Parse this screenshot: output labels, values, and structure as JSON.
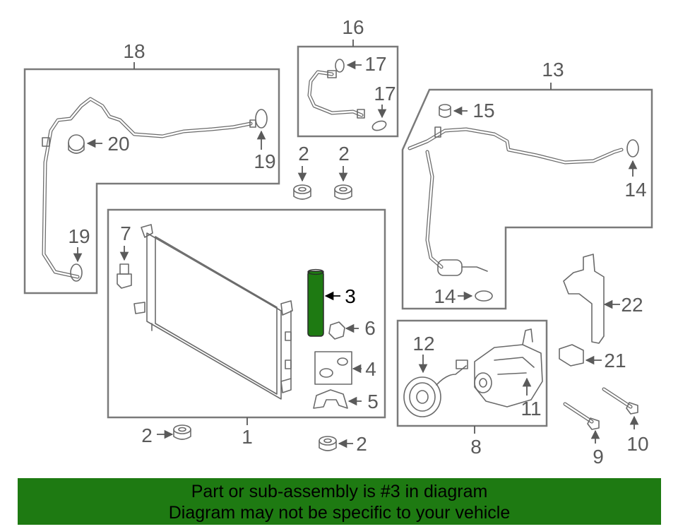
{
  "banner": {
    "line1": "Part or sub-assembly is #3 in diagram",
    "line2": "Diagram may not be specific to your vehicle"
  },
  "colors": {
    "highlight_part": "#1e7a12",
    "banner_background": "#1e7a12",
    "line_art": "#6a6a6a"
  },
  "callouts": {
    "c1": "1",
    "c2a": "2",
    "c2b": "2",
    "c2c": "2",
    "c2d": "2",
    "c3": "3",
    "c4": "4",
    "c5": "5",
    "c6": "6",
    "c7": "7",
    "c8": "8",
    "c9": "9",
    "c10": "10",
    "c11": "11",
    "c12": "12",
    "c13": "13",
    "c14a": "14",
    "c14b": "14",
    "c15": "15",
    "c16": "16",
    "c17a": "17",
    "c17b": "17",
    "c18": "18",
    "c19a": "19",
    "c19b": "19",
    "c20": "20",
    "c21": "21",
    "c22": "22"
  }
}
